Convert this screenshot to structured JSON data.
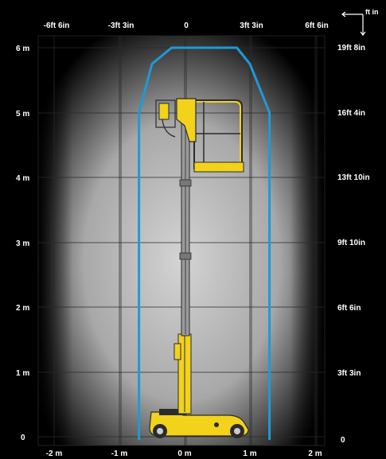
{
  "diagram": {
    "colors": {
      "background": "#000000",
      "glow_center": "#d9d9d9",
      "grid": "#2a2a2a",
      "envelope": "#1e9ad6",
      "machine": "#f2d21b",
      "machine_dark": "#2b2b2b"
    },
    "top_labels_imperial": [
      "-6ft 6in",
      "-3ft 3in",
      "0",
      "3ft 3in",
      "6ft 6in"
    ],
    "bottom_labels_metric": [
      "-2 m",
      "-1 m",
      "0 m",
      "1 m",
      "2 m"
    ],
    "left_labels_metric": [
      "6 m",
      "5 m",
      "4 m",
      "3 m",
      "2 m",
      "1 m",
      "0"
    ],
    "right_labels_imperial": [
      "19ft 8in",
      "16ft 4in",
      "13ft 10in",
      "9ft 10in",
      "6ft 6in",
      "3ft 3in",
      "0"
    ],
    "unit_legend": "ft in",
    "envelope_outline": {
      "description_free": true,
      "x_m": [
        -0.7,
        -0.7,
        -0.5,
        -0.2,
        0.8,
        1.0,
        1.3,
        1.3
      ],
      "y_m": [
        -0.05,
        5.0,
        5.75,
        6.0,
        6.0,
        5.75,
        5.0,
        -0.05
      ]
    }
  }
}
